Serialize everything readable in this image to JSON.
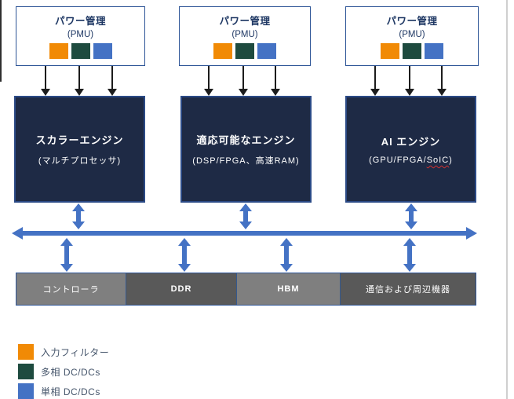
{
  "pmu": [
    {
      "title": "パワー管理",
      "subtitle": "(PMU)"
    },
    {
      "title": "パワー管理",
      "subtitle": "(PMU)"
    },
    {
      "title": "パワー管理",
      "subtitle": "(PMU)"
    }
  ],
  "engines": [
    {
      "title": "スカラーエンジン",
      "subtitle": "(マルチプロセッサ)"
    },
    {
      "title": "適応可能なエンジン",
      "subtitle": "(DSP/FPGA、高速RAM)"
    },
    {
      "title": "AI エンジン",
      "subtitle_prefix": "(GPU/FPGA/",
      "subtitle_typo": "SoIC",
      "subtitle_suffix": ")"
    }
  ],
  "peripherals": [
    {
      "label": "コントローラ"
    },
    {
      "label": "DDR"
    },
    {
      "label": "HBM"
    },
    {
      "label": "通信および周辺機器"
    }
  ],
  "legend": [
    {
      "label": "入力フィルター",
      "color": "#F18A05"
    },
    {
      "label": "多相 DC/DCs",
      "color": "#1E4B3F"
    },
    {
      "label": "単相 DC/DCs",
      "color": "#4472C4"
    }
  ],
  "colors": {
    "bus_blue": "#4472C4",
    "engine_navy": "#1E2A45",
    "box_border_blue": "#2E5597",
    "peripheral_gray_light": "#7F7F7F",
    "peripheral_gray_dark": "#595959",
    "pmu_text_navy": "#1F3864"
  }
}
